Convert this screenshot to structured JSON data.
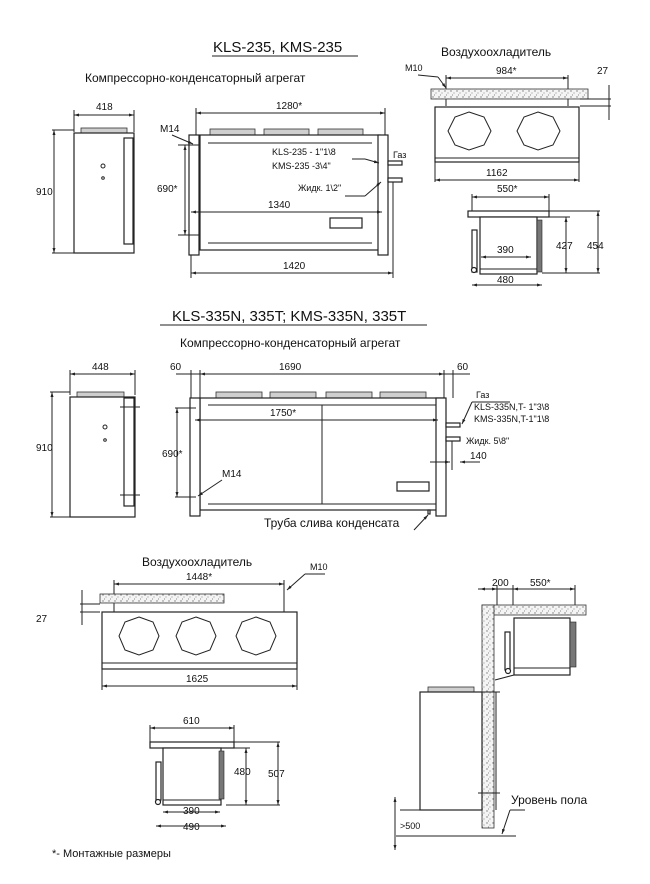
{
  "section1": {
    "title": "KLS-235,  KMS-235",
    "unit_label": "Компрессорно-конденсаторный агрегат",
    "side": {
      "width": "418",
      "height": "910"
    },
    "front": {
      "mount_width": "1280*",
      "bolt": "M14",
      "mount_height": "690*",
      "inner_width": "1340",
      "outer_width": "1420",
      "gas_label": "Газ",
      "gas_kls": "KLS-235 - 1\"1\\8",
      "gas_kms": "KMS-235 -3\\4\"",
      "liquid": "Жидк. 1\\2\""
    },
    "cooler": {
      "title": "Воздухоохладитель",
      "bolt": "M10",
      "mount_width": "984*",
      "gap": "27",
      "width": "1162",
      "fan_count": 2
    },
    "cooler_side": {
      "mount_depth": "550*",
      "depth_inner": "390",
      "depth": "480",
      "height": "427",
      "height_total": "454"
    }
  },
  "section2": {
    "title": "KLS-335N,  335T; KMS-335N,  335T",
    "unit_label": "Компрессорно-конденсаторный агрегат",
    "side": {
      "width": "448",
      "height": "910"
    },
    "front": {
      "offset_left": "60",
      "width": "1690",
      "offset_right": "60",
      "mount_width": "1750*",
      "mount_height": "690*",
      "bolt": "M14",
      "gas_label": "Газ",
      "gas_kls": "KLS-335N,T- 1\"3\\8",
      "gas_kms": "KMS-335N,T-1\"1\\8",
      "liquid": "Жидк. 5\\8\"",
      "pipe_offset": "140",
      "drain": "Труба слива конденсата"
    }
  },
  "section3": {
    "cooler": {
      "title": "Воздухоохладитель",
      "bolt": "M10",
      "mount_width": "1448*",
      "gap": "27",
      "width": "1625",
      "fan_count": 3
    },
    "cooler_side": {
      "width_top": "610",
      "height": "480",
      "height_total": "507",
      "depth_inner": "390",
      "depth": "490"
    },
    "install": {
      "wall": "200",
      "mount_depth": "550*",
      "floor_label": "Уровень пола",
      "clearance": ">500"
    }
  },
  "footnote": "*- Монтажные размеры"
}
